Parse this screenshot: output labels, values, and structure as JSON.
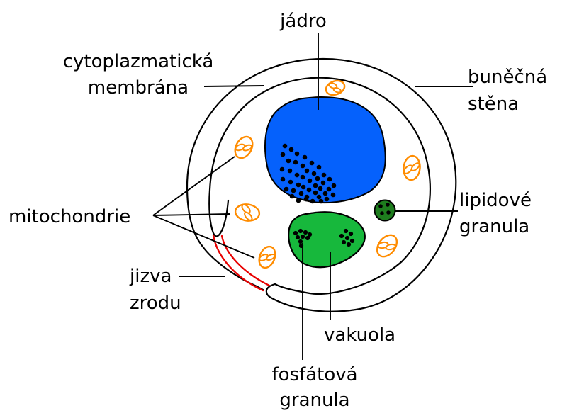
{
  "diagram": {
    "subject": "yeast cell diagram",
    "language": "cs"
  },
  "labels": {
    "jadro": "jádro",
    "cytoplazmaticka_membrana": [
      "cytoplazmatická",
      "membrána"
    ],
    "bunecna_stena": [
      "buněčná",
      "stěna"
    ],
    "mitochondrie": "mitochondrie",
    "jizva_zrodu": [
      "jizva",
      "zrodu"
    ],
    "lipidove_granula": [
      "lipidové",
      "granula"
    ],
    "vakuola": "vakuola",
    "fosfatova_granula": [
      "fosfátová",
      "granula"
    ]
  },
  "colors": {
    "nucleus": "#0561fc",
    "vacuole": "#17b83c",
    "lipid_granule": "#1e7d1e",
    "mitochondrion": "#ff8c00",
    "birth_scar": "#e80000",
    "outline": "#000000",
    "label_text": "#000000",
    "background": "#ffffff"
  }
}
